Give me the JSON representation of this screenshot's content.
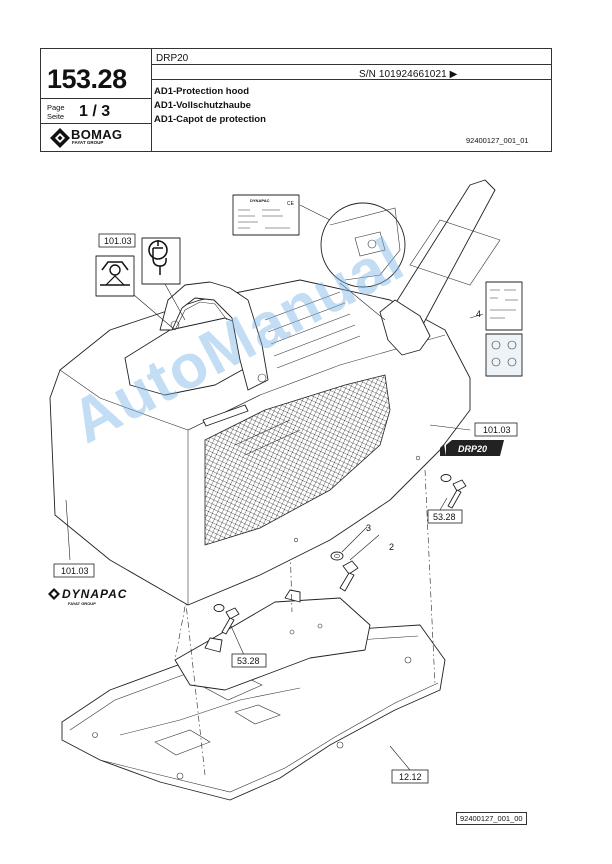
{
  "header": {
    "model": "DRP20",
    "serial": "S/N 101924661021 ▶",
    "section_number": "153.28",
    "page_label": "Page\nSeite",
    "page_number": "1 / 3",
    "brand_name": "BOMAG",
    "brand_sub": "FAYAT GROUP",
    "title_en": "AD1-Protection hood",
    "title_de": "AD1-Vollschutzhaube",
    "title_fr": "AD1-Capot de protection",
    "drawing_ref": "92400127_001_01"
  },
  "drawing": {
    "callouts": {
      "ref_101_03_top": "101.03",
      "ref_101_03_right": "101.03",
      "ref_101_03_left": "101.03",
      "ref_53_28_right": "53.28",
      "ref_53_28_bottom": "53.28",
      "ref_12_12": "12.12",
      "item_2": "2",
      "item_3": "3",
      "item_4": "4"
    },
    "decal_drp20": "DRP20",
    "dynapac_logo": "DYNAPAC",
    "dynapac_sub": "FAYAT GROUP",
    "plate_brand": "DYNAPAC",
    "plate_ce": "CE"
  },
  "watermark": "AutoManual",
  "footer_ref": "92400127_001_00"
}
